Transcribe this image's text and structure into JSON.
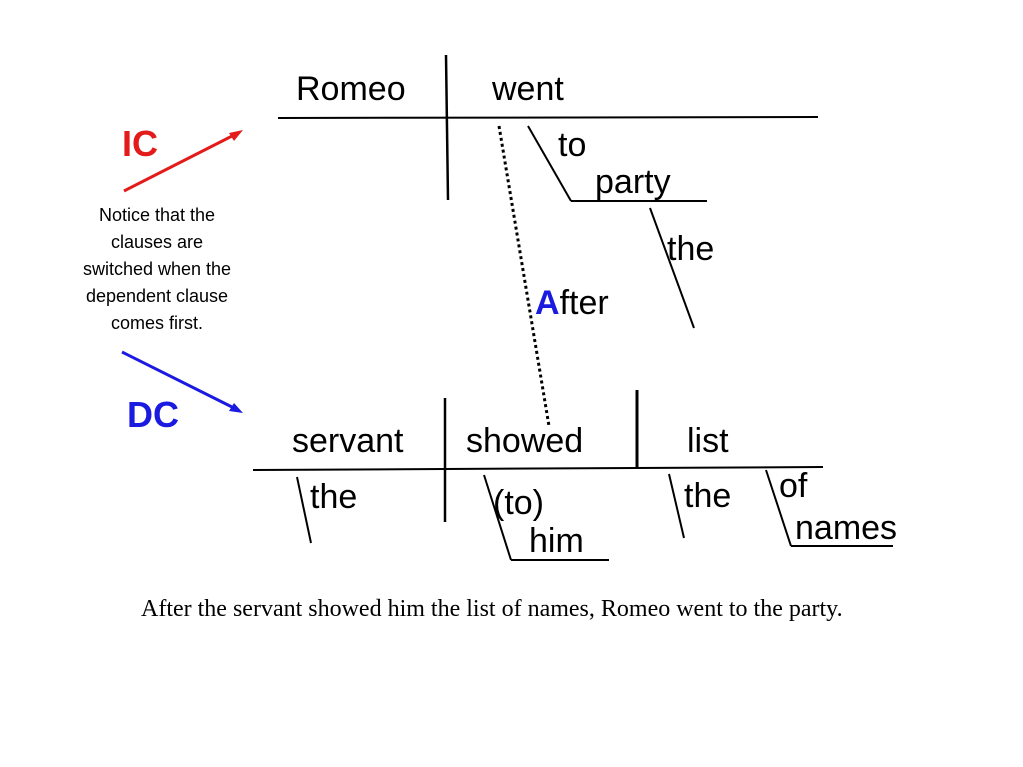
{
  "labels": {
    "ic": "IC",
    "dc": "DC"
  },
  "note": [
    "Notice that the",
    "clauses are",
    "switched when the",
    "dependent clause",
    "comes first."
  ],
  "words": {
    "romeo": "Romeo",
    "went": "went",
    "to": "to",
    "party": "party",
    "the_party": "the",
    "after_initial": "A",
    "after_rest": "fter",
    "servant": "servant",
    "showed": "showed",
    "list": "list",
    "the_servant": "the",
    "to_paren": "(to)",
    "him": "him",
    "the_list": "the",
    "of": "of",
    "names": "names"
  },
  "sentence": "After the servant showed him the list of names, Romeo went to the party.",
  "colors": {
    "ic": "#e31b1b",
    "dc": "#1a1ae0",
    "after_initial": "#1a1ae0",
    "text": "#000000"
  }
}
